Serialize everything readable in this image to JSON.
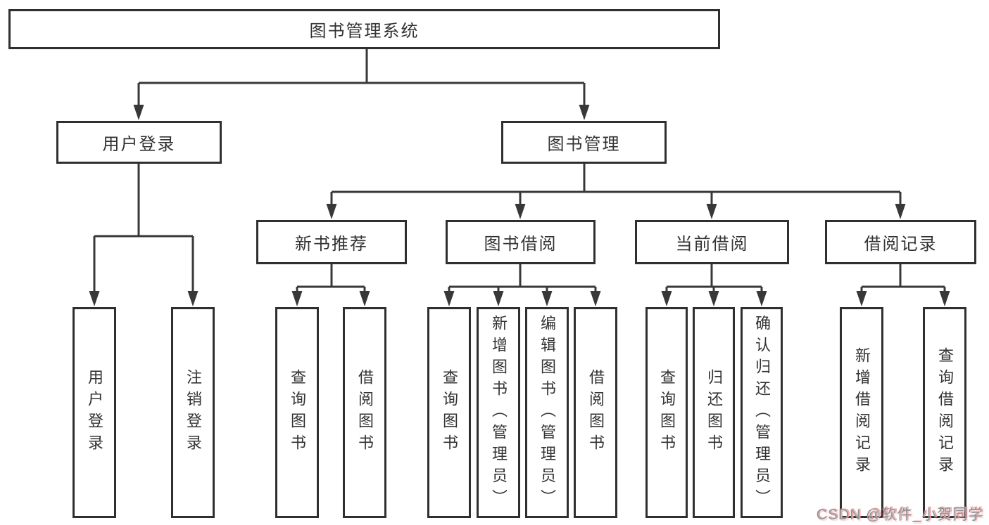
{
  "diagram": {
    "nodes": [
      {
        "id": "library-system",
        "label": "图书管理系统"
      },
      {
        "id": "user-login",
        "label": "用户登录"
      },
      {
        "id": "book-management",
        "label": "图书管理"
      },
      {
        "id": "new-book-recommend",
        "label": "新书推荐"
      },
      {
        "id": "book-borrowing",
        "label": "图书借阅"
      },
      {
        "id": "current-borrowing",
        "label": "当前借阅"
      },
      {
        "id": "borrowing-records",
        "label": "借阅记录"
      },
      {
        "id": "user-login-leaf",
        "label": "用户登录"
      },
      {
        "id": "logout-leaf",
        "label": "注销登录"
      },
      {
        "id": "query-books-recommend",
        "label": "查询图书"
      },
      {
        "id": "borrow-books-recommend",
        "label": "借阅图书"
      },
      {
        "id": "query-books-borrowing",
        "label": "查询图书"
      },
      {
        "id": "add-books-admin",
        "label": "新增图书（管理员）"
      },
      {
        "id": "edit-books-admin",
        "label": "编辑图书（管理员）"
      },
      {
        "id": "borrow-books-leaf",
        "label": "借阅图书"
      },
      {
        "id": "query-books-current",
        "label": "查询图书"
      },
      {
        "id": "return-books",
        "label": "归还图书"
      },
      {
        "id": "confirm-return-admin",
        "label": "确认归还（管理员）"
      },
      {
        "id": "add-borrow-record",
        "label": "新增借阅记录"
      },
      {
        "id": "query-borrow-record",
        "label": "查询借阅记录"
      }
    ]
  },
  "watermark": {
    "text": "CSDN @软件_小贺同学"
  },
  "colors": {
    "line": "#383838",
    "border": "#2f2f2f",
    "text": "#333333",
    "background": "#ffffff",
    "watermark_gray": "#8f959b",
    "watermark_pink": "#f2a6a6"
  }
}
